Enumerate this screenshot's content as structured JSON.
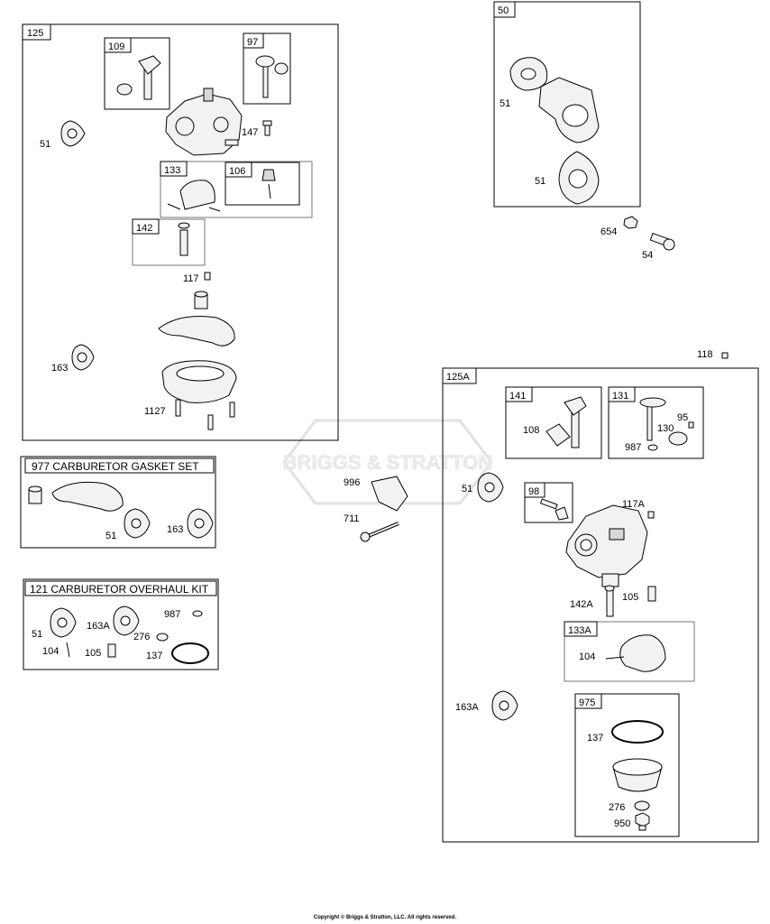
{
  "watermark": "BRIGGS & STRATTON",
  "copyright": "Copyright © Briggs & Stratton, LLC. All rights reserved.",
  "groups": {
    "g125": "125",
    "g125a": "125A",
    "g50": "50",
    "g977": "977 CARBURETOR GASKET SET",
    "g121": "121 CARBURETOR OVERHAUL KIT"
  },
  "subgroups": {
    "s109": "109",
    "s97": "97",
    "s133": "133",
    "s106": "106",
    "s142": "142",
    "s141": "141",
    "s131": "131",
    "s98": "98",
    "s133a": "133A",
    "s975": "975"
  },
  "labels": {
    "l51a": "51",
    "l147": "147",
    "l117": "117",
    "l163a": "163",
    "l1127": "1127",
    "l51b": "51",
    "l51c": "51",
    "l654": "654",
    "l54": "54",
    "l118": "118",
    "l51d": "51",
    "l163b": "163",
    "l51e": "51",
    "l163ab": "163A",
    "l987a": "987",
    "l104a": "104",
    "l105a": "105",
    "l276a": "276",
    "l137a": "137",
    "l996": "996",
    "l711": "711",
    "l108": "108",
    "l130": "130",
    "l95": "95",
    "l987b": "987",
    "l51f": "51",
    "l117a": "117A",
    "l142a": "142A",
    "l105b": "105",
    "l104b": "104",
    "l163ac": "163A",
    "l137b": "137",
    "l276b": "276",
    "l950": "950"
  }
}
